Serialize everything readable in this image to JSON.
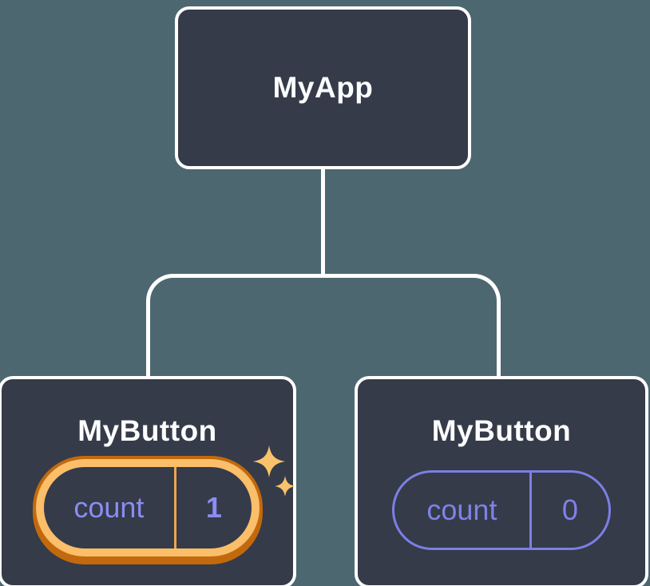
{
  "diagram": {
    "type": "component-tree",
    "background_color": "#4D6770",
    "node_fill_color": "#353B48",
    "node_border_color": "#FFFFFF",
    "connector_color": "#FFFFFF",
    "accent_purple": "#7C7FE5",
    "accent_gold": "#FBBE69",
    "accent_gold_dark": "#C2690E",
    "sparkle_color": "#F8C36B",
    "root": {
      "label": "MyApp"
    },
    "children": [
      {
        "label": "MyButton",
        "highlighted": true,
        "state": {
          "name": "count",
          "value": "1"
        }
      },
      {
        "label": "MyButton",
        "highlighted": false,
        "state": {
          "name": "count",
          "value": "0"
        }
      }
    ]
  }
}
